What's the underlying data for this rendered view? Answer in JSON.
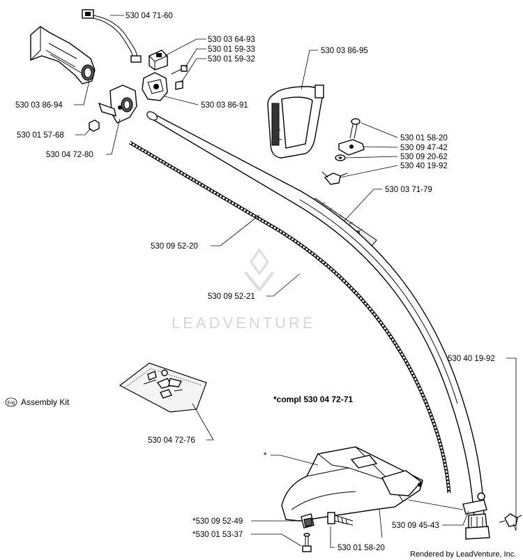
{
  "labels": {
    "l_530_04_71_60": "530 04 71-60",
    "l_530_03_64_93": "530 03 64-93",
    "l_530_01_59_33": "530 01 59-33",
    "l_530_01_59_32": "530 01 59-32",
    "l_530_03_86_94": "530 03 86-94",
    "l_530_03_86_91": "530 03 86-91",
    "l_530_01_57_68": "530 01 57-68",
    "l_530_04_72_80": "530 04 72-80",
    "l_530_03_86_95": "530 03 86-95",
    "l_530_01_58_20_a": "530 01 58-20",
    "l_530_09_47_42": "530 09 47-42",
    "l_530_09_20_62": "530 09 20-62",
    "l_530_40_19_92_a": "530 40 19-92",
    "l_530_03_71_79": "530 03 71-79",
    "l_530_09_52_20": "530 09 52-20",
    "l_530_09_52_21": "530 09 52-21",
    "l_530_40_19_92_b": "530 40 19-92",
    "l_530_04_72_76": "530 04 72-76",
    "l_star": "*",
    "l_530_09_52_49": "*530 09 52-49",
    "l_530_01_53_37": "*530 01 53-37",
    "l_530_01_58_20_b": "530 01 58-20",
    "l_530_09_45_43": "530 09 45-43"
  },
  "legend": {
    "badge": "Eng",
    "text": "Assembly Kit"
  },
  "compl_label": "*compl 530 04 72-71",
  "watermark": "LEADVENTURE",
  "footer": "Rendered by LeadVenture, Inc."
}
